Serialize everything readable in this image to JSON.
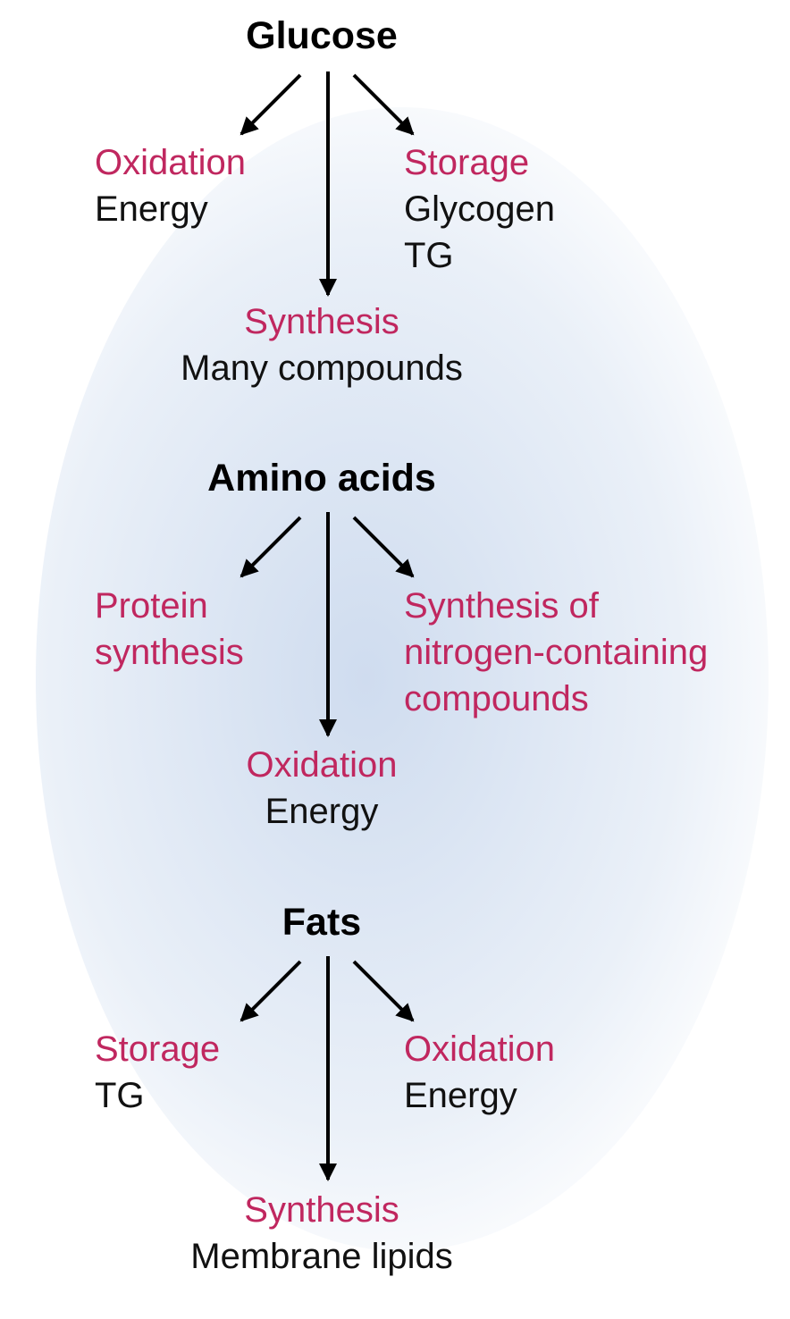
{
  "colors": {
    "process": "#c0275f",
    "product": "#111111",
    "glow": "#cfdcef"
  },
  "glucose": {
    "title": "Glucose",
    "left": {
      "process": "Oxidation",
      "products": [
        "Energy"
      ]
    },
    "right": {
      "process": "Storage",
      "products": [
        "Glycogen",
        "TG"
      ]
    },
    "down": {
      "process": "Synthesis",
      "products": [
        "Many compounds"
      ]
    }
  },
  "amino_acids": {
    "title": "Amino acids",
    "left": {
      "process": [
        "Protein",
        "synthesis"
      ]
    },
    "right": {
      "process": [
        "Synthesis of",
        "nitrogen-containing",
        "compounds"
      ]
    },
    "down": {
      "process": "Oxidation",
      "products": [
        "Energy"
      ]
    }
  },
  "fats": {
    "title": "Fats",
    "left": {
      "process": "Storage",
      "products": [
        "TG"
      ]
    },
    "right": {
      "process": "Oxidation",
      "products": [
        "Energy"
      ]
    },
    "down": {
      "process": "Synthesis",
      "products": [
        "Membrane lipids"
      ]
    }
  }
}
